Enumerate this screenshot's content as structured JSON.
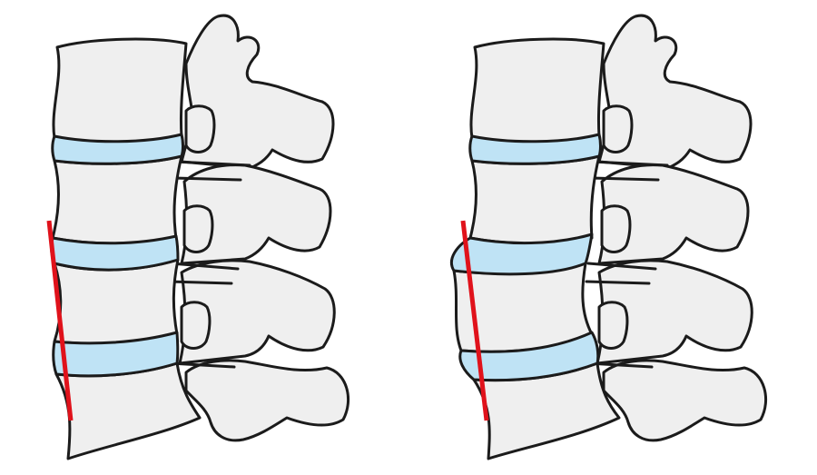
{
  "diagram": {
    "panels": [
      {
        "id": "spine-normal",
        "vertebrae_count": 4,
        "disc_count": 3,
        "alignment": "aligned"
      },
      {
        "id": "spine-slipped",
        "vertebrae_count": 4,
        "disc_count": 3,
        "alignment": "anterior-slip"
      }
    ],
    "colors": {
      "bone_fill": "#efefef",
      "outline": "#1b1b1b",
      "disc_fill": "#bfe3f5",
      "reference_line": "#e0121b"
    }
  }
}
